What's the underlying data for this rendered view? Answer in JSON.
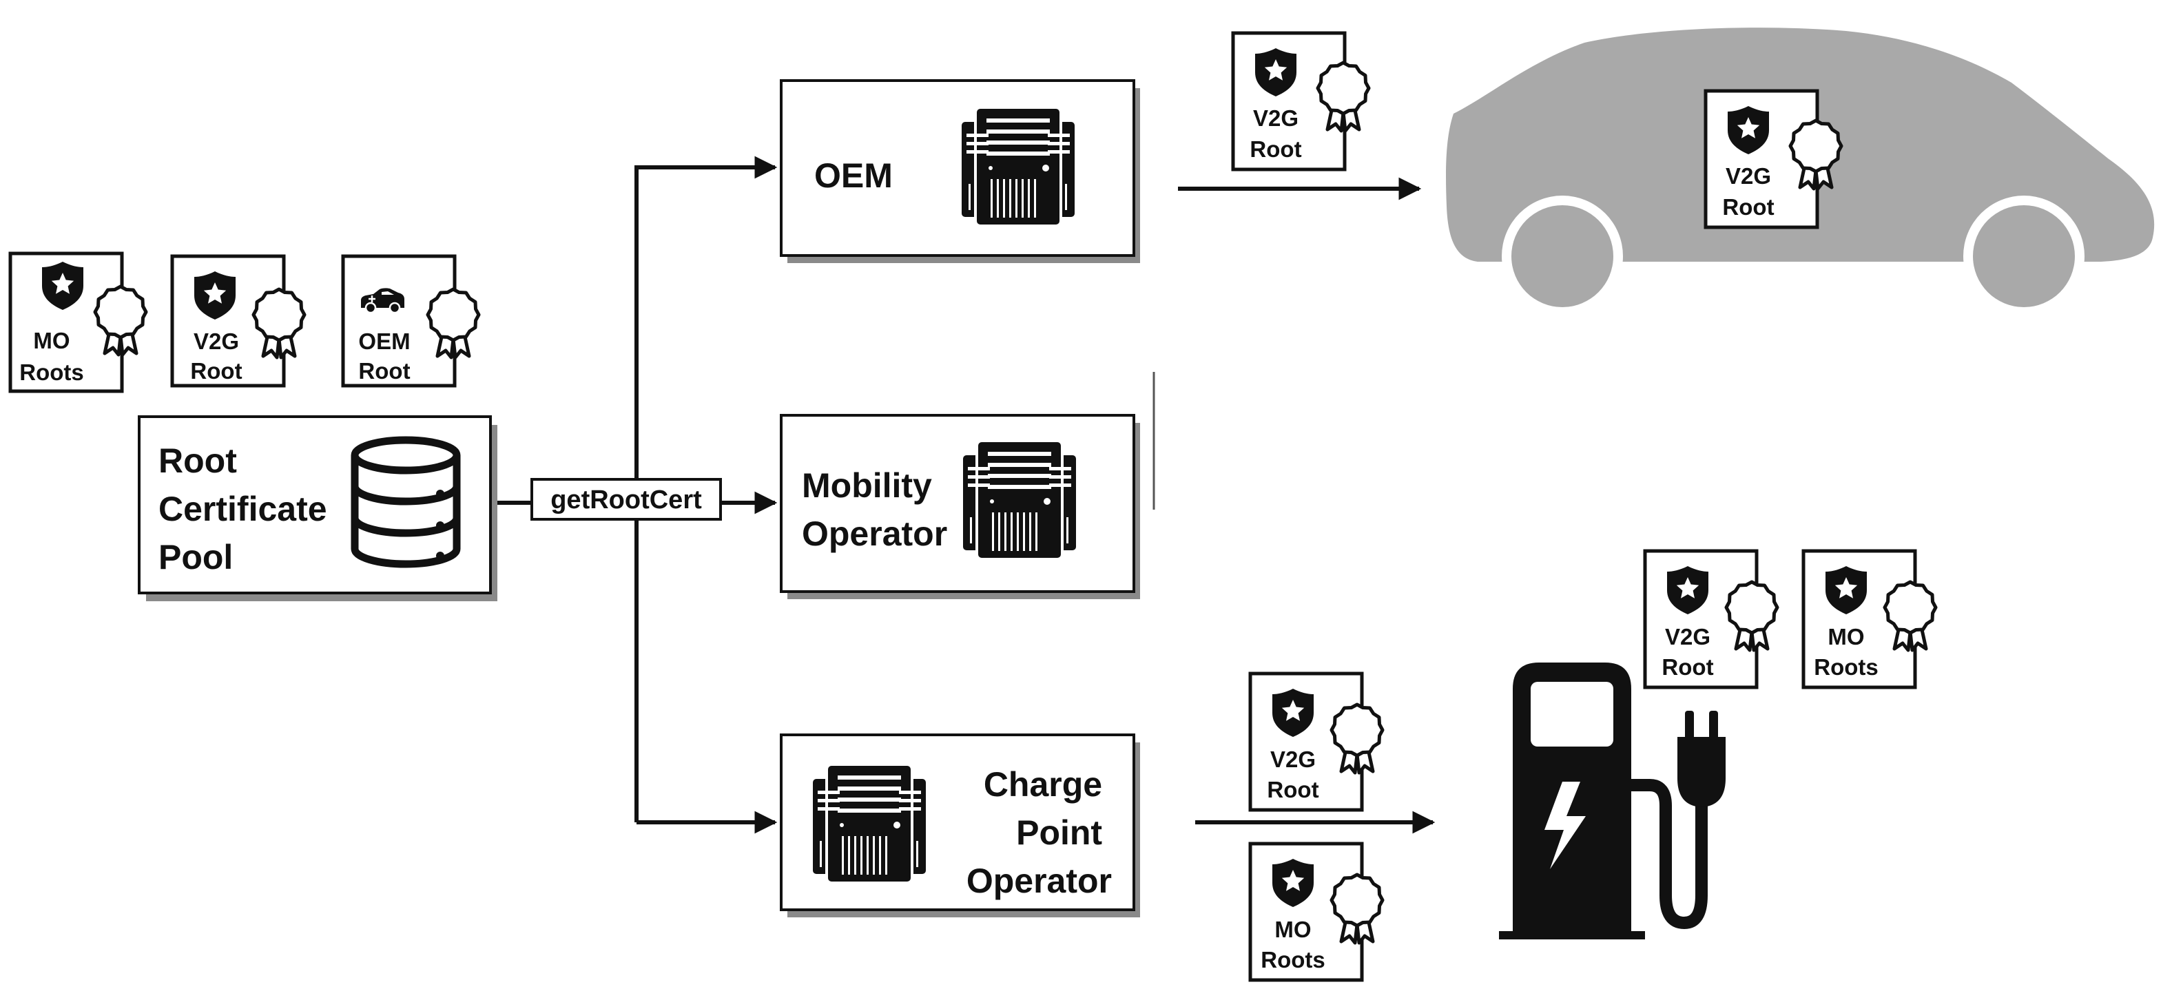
{
  "colors": {
    "stroke": "#111111",
    "icon_fill": "#111111",
    "car_fill": "#a9a9a9",
    "box_fill": "#ffffff",
    "shadow": "#8a8a8a"
  },
  "nodes": {
    "root_pool": {
      "lines": [
        "Root",
        "Certificate",
        "Pool"
      ],
      "icon": "database-icon"
    },
    "oem": {
      "label": "OEM",
      "icon": "server-icon"
    },
    "mobility_operator": {
      "lines": [
        "Mobility",
        "Operator"
      ],
      "icon": "server-icon"
    },
    "cpo": {
      "lines": [
        "Charge",
        "Point",
        "Operator"
      ],
      "icon": "server-icon"
    }
  },
  "edge_label": "getRootCert",
  "vehicle": {
    "icon": "car-icon"
  },
  "charger": {
    "icon": "charging-station-icon"
  },
  "certificates": {
    "pool_mo": {
      "lines": [
        "MO",
        "Roots"
      ],
      "emblem": "shield-star-icon"
    },
    "pool_v2g": {
      "lines": [
        "V2G",
        "Root"
      ],
      "emblem": "shield-star-icon"
    },
    "pool_oem": {
      "lines": [
        "OEM",
        "Root"
      ],
      "emblem": "car-icon"
    },
    "oem_transfer_v2g": {
      "lines": [
        "V2G",
        "Root"
      ],
      "emblem": "shield-star-icon"
    },
    "car_v2g": {
      "lines": [
        "V2G",
        "Root"
      ],
      "emblem": "shield-star-icon"
    },
    "cpo_transfer_v2g": {
      "lines": [
        "V2G",
        "Root"
      ],
      "emblem": "shield-star-icon"
    },
    "cpo_transfer_mo": {
      "lines": [
        "MO",
        "Roots"
      ],
      "emblem": "shield-star-icon"
    },
    "charger_v2g": {
      "lines": [
        "V2G",
        "Root"
      ],
      "emblem": "shield-star-icon"
    },
    "charger_mo": {
      "lines": [
        "MO",
        "Roots"
      ],
      "emblem": "shield-star-icon"
    }
  }
}
